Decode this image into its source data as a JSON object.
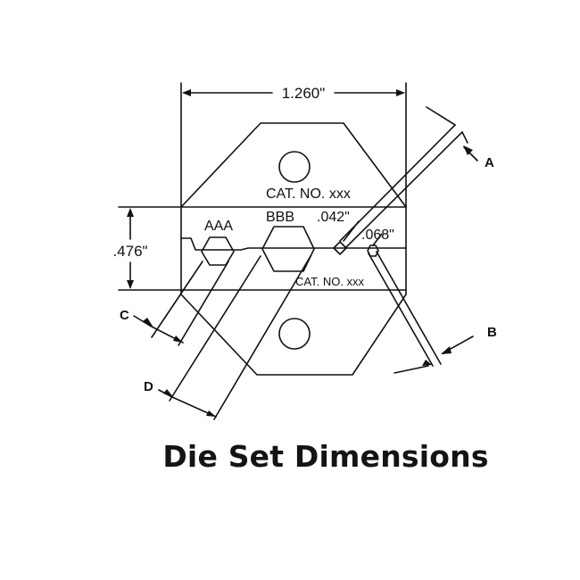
{
  "title": "Die Set Dimensions",
  "dimensions": {
    "width": "1.260\"",
    "height": ".476\"",
    "wire_b": ".042\"",
    "wire_a": ".068\""
  },
  "labels": {
    "cat_no_top": "CAT. NO. xxx",
    "cat_no_bottom": "CAT. NO. xxx",
    "aaa": "AAA",
    "bbb": "BBB"
  },
  "callouts": {
    "a": "A",
    "b": "B",
    "c": "C",
    "d": "D"
  },
  "colors": {
    "line": "#111111",
    "background": "#ffffff"
  }
}
